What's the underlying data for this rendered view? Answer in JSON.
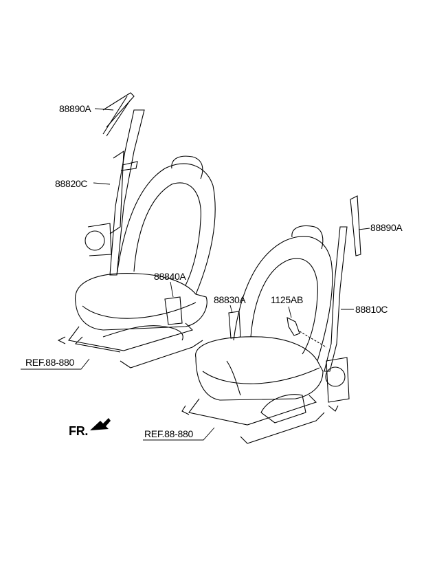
{
  "diagram": {
    "labels": {
      "left_upper_anchor": "88890A",
      "left_belt": "88820C",
      "left_buckle": "88840A",
      "right_buckle": "88830A",
      "bolt": "1125AB",
      "right_belt": "88810C",
      "right_upper_anchor": "88890A",
      "ref_left": "REF.88-880",
      "ref_right": "REF.88-880",
      "front_indicator": "FR."
    }
  }
}
